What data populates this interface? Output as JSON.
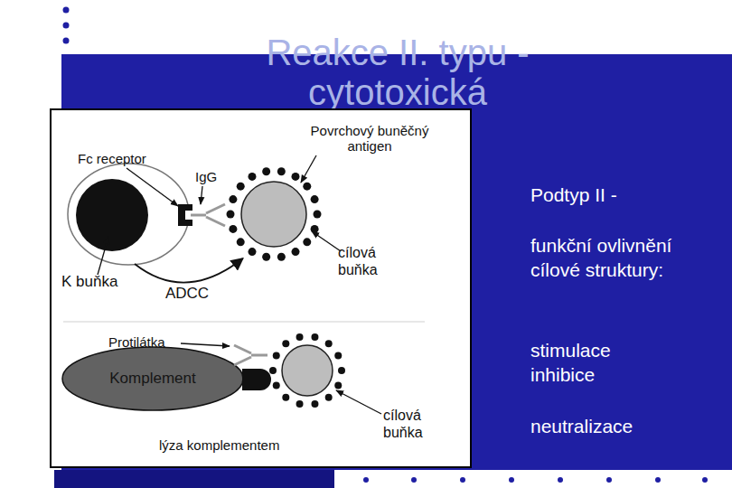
{
  "diagram": {
    "title": "Reakce II. typu - cytotoxická",
    "nodes": [
      {
        "text": [
          "K buňka"
        ]
      },
      {
        "text": [
          "cílová buňka"
        ]
      },
      {
        "text": [
          "Komplement"
        ]
      },
      {
        "text": [
          "cílová buňka"
        ]
      }
    ],
    "edges": [
      {
        "from": 0,
        "to": 1,
        "arrow": "to",
        "label": "ADCC"
      }
    ],
    "labels": [
      "Povrchový buněčný antigen",
      "Fc receptor",
      "IgG",
      "Protilátka",
      "lýza komplementem",
      "Podtyp II -",
      "funkční ovlivnění cílové struktury:",
      "stimulace inhibice",
      "neutralizace"
    ]
  }
}
